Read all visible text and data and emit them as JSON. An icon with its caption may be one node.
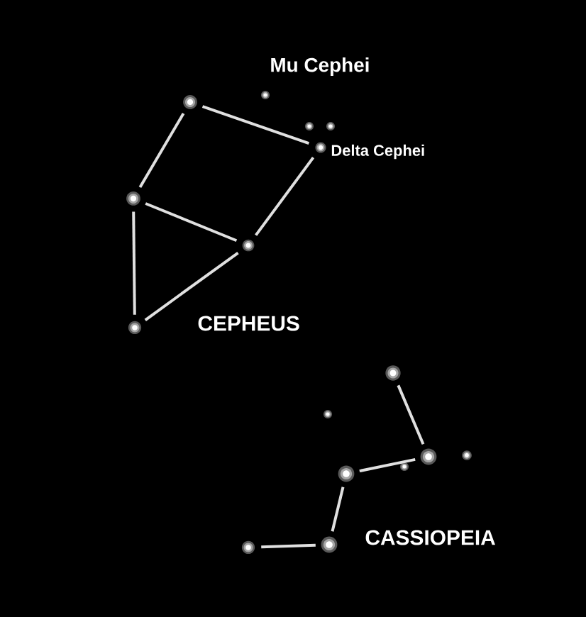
{
  "diagram": {
    "nodes": [
      {
        "text": [],
        "shape": "circle",
        "beside": [
          "Mu Cephei"
        ]
      },
      {
        "text": [],
        "shape": "circle"
      },
      {
        "text": [],
        "shape": "circle"
      },
      {
        "text": [],
        "shape": "circle"
      },
      {
        "text": [],
        "shape": "circle",
        "beside": [
          "Delta Cephei"
        ]
      },
      {
        "text": [],
        "shape": "circle"
      },
      {
        "text": [],
        "shape": "circle"
      },
      {
        "text": [],
        "shape": "circle"
      },
      {
        "text": [],
        "shape": "circle"
      },
      {
        "text": [],
        "shape": "circle"
      },
      {
        "text": [],
        "shape": "circle"
      },
      {
        "text": [],
        "shape": "circle"
      },
      {
        "text": [],
        "shape": "circle"
      },
      {
        "text": [],
        "shape": "circle"
      },
      {
        "text": [],
        "shape": "circle"
      },
      {
        "text": [],
        "shape": "circle"
      }
    ],
    "edges": [
      {
        "from": 1,
        "to": 4,
        "arrow": "none"
      },
      {
        "from": 1,
        "to": 5,
        "arrow": "none"
      },
      {
        "from": 5,
        "to": 6,
        "arrow": "none"
      },
      {
        "from": 4,
        "to": 6,
        "arrow": "none"
      },
      {
        "from": 5,
        "to": 7,
        "arrow": "none"
      },
      {
        "from": 7,
        "to": 6,
        "arrow": "none"
      },
      {
        "from": 8,
        "to": 11,
        "arrow": "none"
      },
      {
        "from": 11,
        "to": 13,
        "arrow": "none"
      },
      {
        "from": 13,
        "to": 14,
        "arrow": "none"
      },
      {
        "from": 14,
        "to": 15,
        "arrow": "none"
      }
    ],
    "labels": [
      "CEPHEUS",
      "CASSIOPEIA"
    ]
  }
}
